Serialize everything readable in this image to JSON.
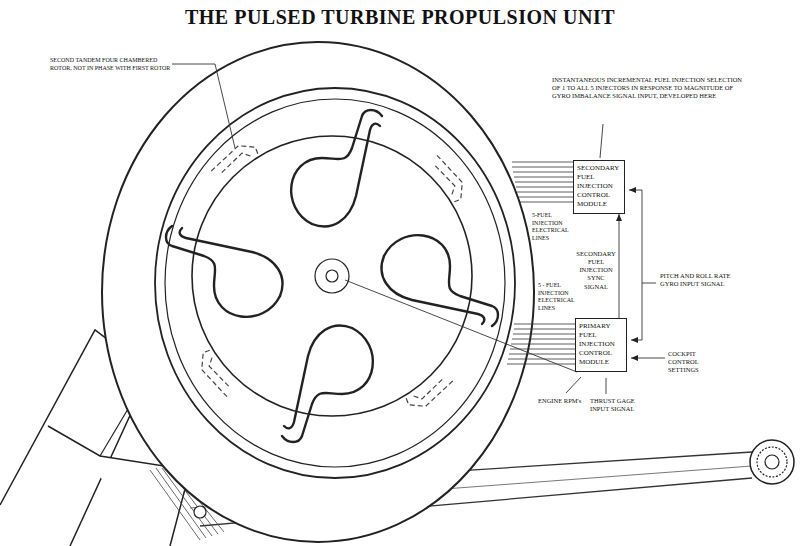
{
  "diagram": {
    "title": "THE PULSED TURBINE PROPULSION UNIT",
    "nodes": [
      {
        "text": [
          "SECONDARY FUEL INJECTION CONTROL MODULE"
        ]
      },
      {
        "text": [
          "PRIMARY FUEL INJECTION CONTROL MODULE"
        ]
      }
    ],
    "edges": [
      {
        "from": 1,
        "to": 0,
        "arrow": "to",
        "label": "SECONDARY FUEL INJECTION SYNC SIGNAL"
      }
    ],
    "labels": [
      "SECOND TANDEM FOUR CHAMBERED ROTOR, NOT IN PHASE WITH FIRST ROTOR",
      "INSTANTANEOUS INCREMENTAL FUEL INJECTION SELECTION OF 1 TO ALL 5 INJECTORS IN RESPONSE TO MAGNITUDE OF GYRO IMBALANCE SIGNAL INPUT, DEVELOPED HERE",
      "5-FUEL INJECTION ELECTRICAL LINES",
      "PITCH AND ROLL RATE GYRO INPUT SIGNAL",
      "5 - FUEL INJECTION ELECTRICAL LINES",
      "COCKPIT CONTROL SETTINGS",
      "ENGINE RPM's",
      "THRUST GAGE INPUT SIGNAL"
    ]
  }
}
